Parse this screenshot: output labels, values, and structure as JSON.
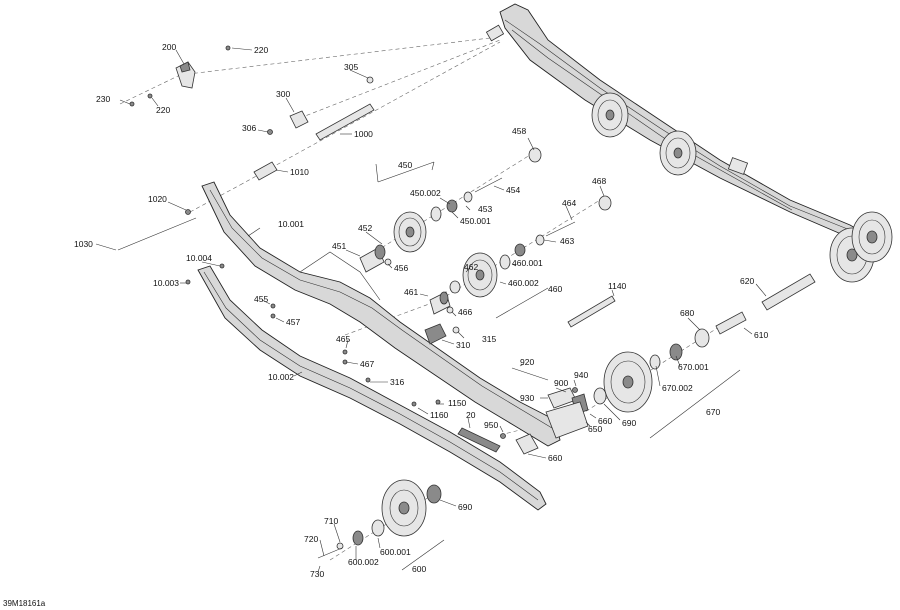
{
  "diagram": {
    "code": "39M18161a",
    "labels": {
      "p200": "200",
      "p220a": "220",
      "p220b": "220",
      "p230": "230",
      "p305": "305",
      "p300": "300",
      "p306": "306",
      "p1000": "1000",
      "p1010": "1010",
      "p1020": "1020",
      "p1030": "1030",
      "p10001": "10.001",
      "p10004": "10.004",
      "p10003": "10.003",
      "p10002": "10.002",
      "p450": "450",
      "p450002": "450.002",
      "p453": "453",
      "p450001": "450.001",
      "p454": "454",
      "p458": "458",
      "p452": "452",
      "p451": "451",
      "p456": "456",
      "p468": "468",
      "p464": "464",
      "p463": "463",
      "p462": "462",
      "p460001": "460.001",
      "p460002": "460.002",
      "p460": "460",
      "p461": "461",
      "p466": "466",
      "p455": "455",
      "p457": "457",
      "p465": "465",
      "p467": "467",
      "p310": "310",
      "p315": "315",
      "p316": "316",
      "p1140": "1140",
      "p620": "620",
      "p680": "680",
      "p610": "610",
      "p670001": "670.001",
      "p670002": "670.002",
      "p670": "670",
      "p920": "920",
      "p940": "940",
      "p900": "900",
      "p930": "930",
      "p660a": "660",
      "p650": "650",
      "p690a": "690",
      "p1150": "1150",
      "p1160": "1160",
      "p20": "20",
      "p950": "950",
      "p660b": "660",
      "p690b": "690",
      "p710": "710",
      "p720": "720",
      "p600001": "600.001",
      "p600002": "600.002",
      "p730": "730",
      "p600": "600"
    }
  }
}
